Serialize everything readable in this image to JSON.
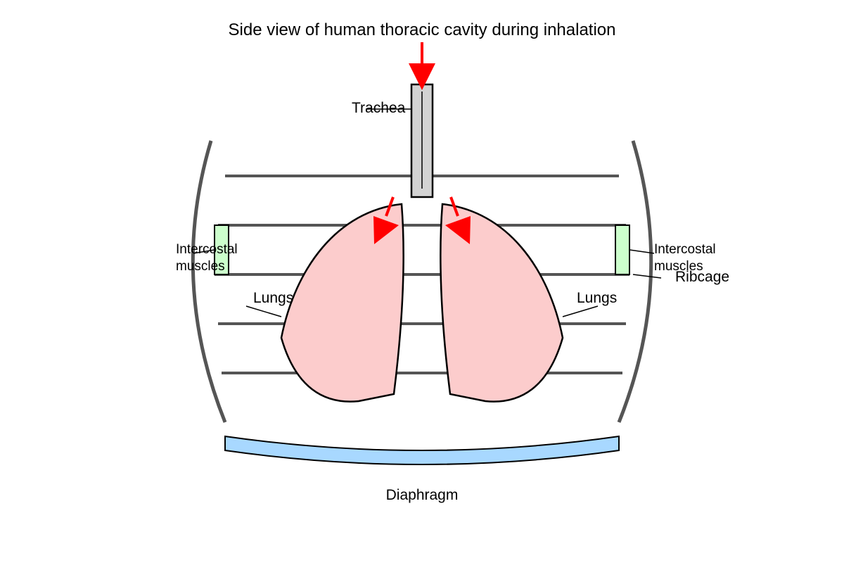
{
  "title": "Side view of human thoracic cavity during inhalation",
  "labels": {
    "trachea": "Trachea",
    "lungs_left": "Lungs",
    "lungs_right": "Lungs",
    "intercostal_left_line1": "Intercostal",
    "intercostal_left_line2": "muscles",
    "intercostal_right_line1": "Intercostal",
    "intercostal_right_line2": "muscles",
    "ribcage": "Ribcage",
    "diaphragm": "Diaphragm"
  },
  "colors": {
    "lung_fill": "#fccccc",
    "trachea_fill": "#d3d3d3",
    "muscle_fill": "#ccffcc",
    "diaphragm_fill": "#a8d8ff",
    "rib_stroke": "#555555",
    "arrow": "#ff0000",
    "outline": "#000000"
  }
}
